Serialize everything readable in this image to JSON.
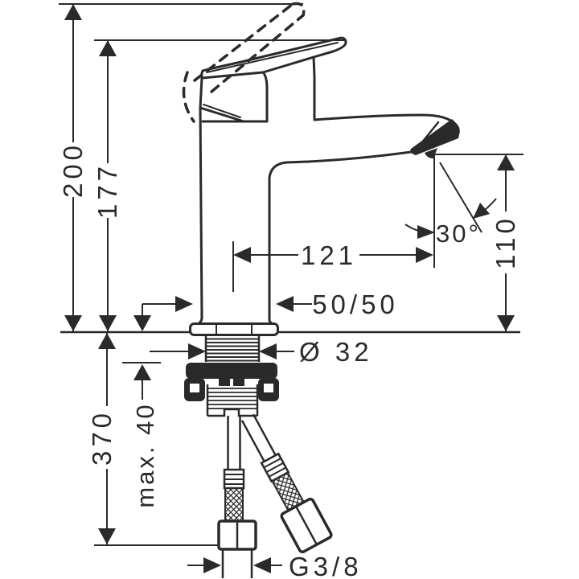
{
  "drawing": {
    "type": "technical dimension drawing, single-lever basin mixer faucet",
    "colors": {
      "line": "#2a2a2a",
      "background": "#ffffff"
    },
    "labels": {
      "total_height": "200",
      "height_to_lever_tip": "177",
      "spout_reach": "121",
      "base_width": "50/50",
      "hole_diameter": "Ø 32",
      "spray_angle": "30°",
      "spout_height": "110",
      "max_mounting_thickness": "max. 40",
      "hose_length": "370",
      "thread_size": "G3/8"
    }
  }
}
